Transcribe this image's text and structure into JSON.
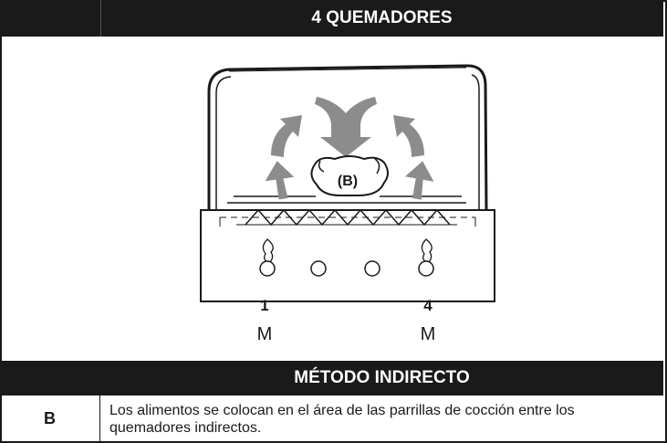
{
  "title": "4 QUEMADORES",
  "diagram": {
    "food_label": "(B)",
    "burners": [
      {
        "number": "1",
        "setting": "M"
      },
      {
        "number": "4",
        "setting": "M"
      }
    ]
  },
  "method_title": "MÉTODO INDIRECTO",
  "legend": {
    "key": "B",
    "description": "Los alimentos se colocan en el área de las parrillas de cocción entre los quemadores indirectos."
  },
  "colors": {
    "band": "#1a1a1a",
    "arrow": "#8c8c8c",
    "line": "#1a1a1a"
  }
}
